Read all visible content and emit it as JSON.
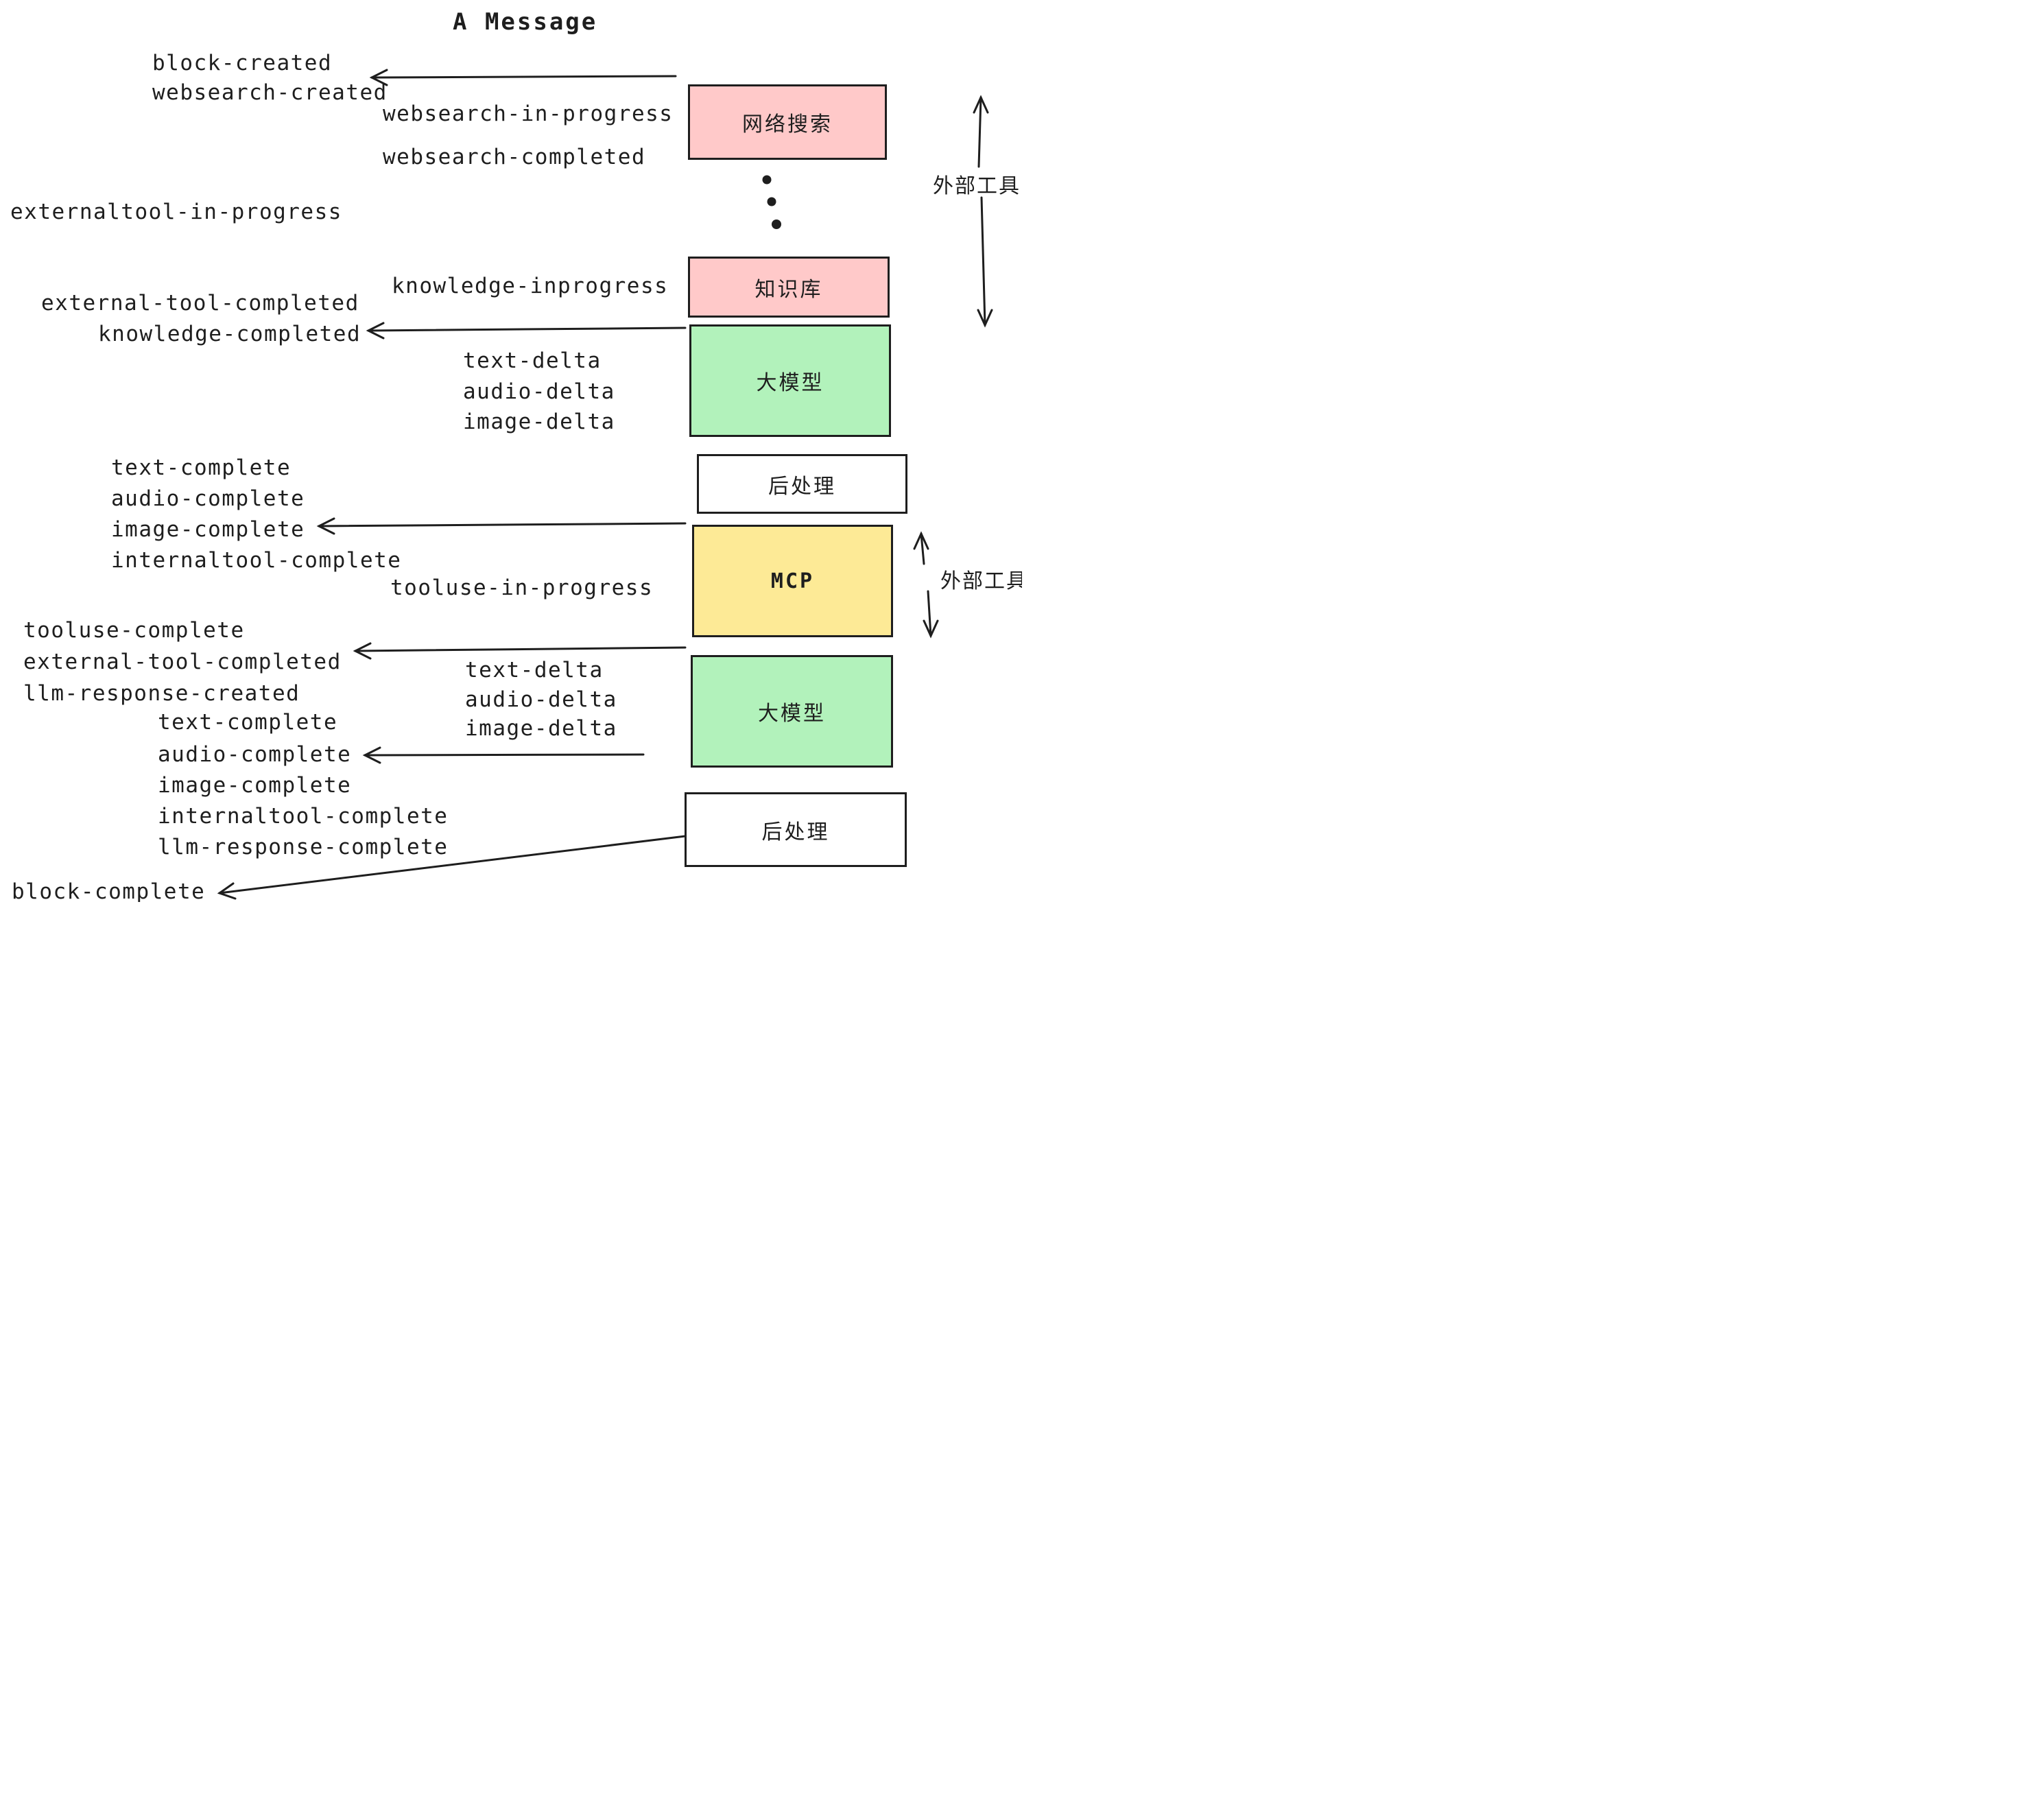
{
  "title": "A Message",
  "colors": {
    "ink": "#1e1e1e",
    "pink": "#ffc9c9",
    "green": "#b2f2bb",
    "yellow": "#fdea96",
    "white": "#ffffff"
  },
  "events": {
    "block_created": "block-created",
    "websearch_created": "websearch-created",
    "websearch_in_progress": "websearch-in-progress",
    "websearch_completed": "websearch-completed",
    "externaltool_in_progress": "externaltool-in-progress",
    "knowledge_inprogress": "knowledge-inprogress",
    "external_tool_completed": "external-tool-completed",
    "knowledge_completed": "knowledge-completed",
    "text_delta": "text-delta",
    "audio_delta": "audio-delta",
    "image_delta": "image-delta",
    "text_complete": "text-complete",
    "audio_complete": "audio-complete",
    "image_complete": "image-complete",
    "internaltool_complete": "internaltool-complete",
    "tooluse_in_progress": "tooluse-in-progress",
    "tooluse_complete": "tooluse-complete",
    "llm_response_created": "llm-response-created",
    "llm_response_complete": "llm-response-complete",
    "block_complete": "block-complete"
  },
  "boxes": {
    "websearch": {
      "label": "网络搜索",
      "fill": "#ffc9c9"
    },
    "knowledge": {
      "label": "知识库",
      "fill": "#ffc9c9"
    },
    "llm": {
      "label": "大模型",
      "fill": "#b2f2bb"
    },
    "postprocess": {
      "label": "后处理",
      "fill": "#ffffff"
    },
    "mcp": {
      "label": "MCP",
      "fill": "#fdea96"
    }
  },
  "annotations": {
    "external_tools": "外部工具"
  },
  "icons": {
    "left_arrow": "←",
    "up_arrow": "↑",
    "down_arrow": "↓",
    "vertical_ellipsis": "⋮"
  }
}
